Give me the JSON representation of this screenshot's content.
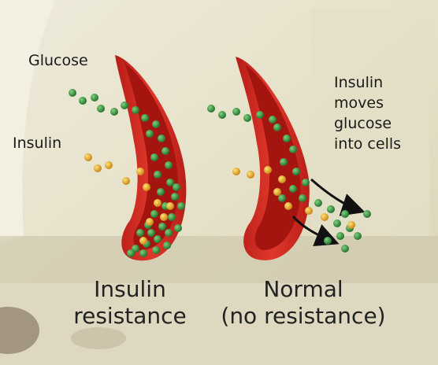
{
  "labels": {
    "glucose": "Glucose",
    "insulin": "Insulin",
    "insulin_moves": [
      "Insulin",
      "moves",
      "glucose",
      "into cells"
    ]
  },
  "captions": {
    "left": [
      "Insulin",
      "resistance"
    ],
    "right": [
      "Normal",
      "(no resistance)"
    ]
  },
  "colors": {
    "glucose_dot": "#2f8a3a",
    "insulin_dot": "#e3a21a",
    "vessel_wall": "#c8261d",
    "vessel_lumen": "#9e140f",
    "arrow": "#111111"
  }
}
